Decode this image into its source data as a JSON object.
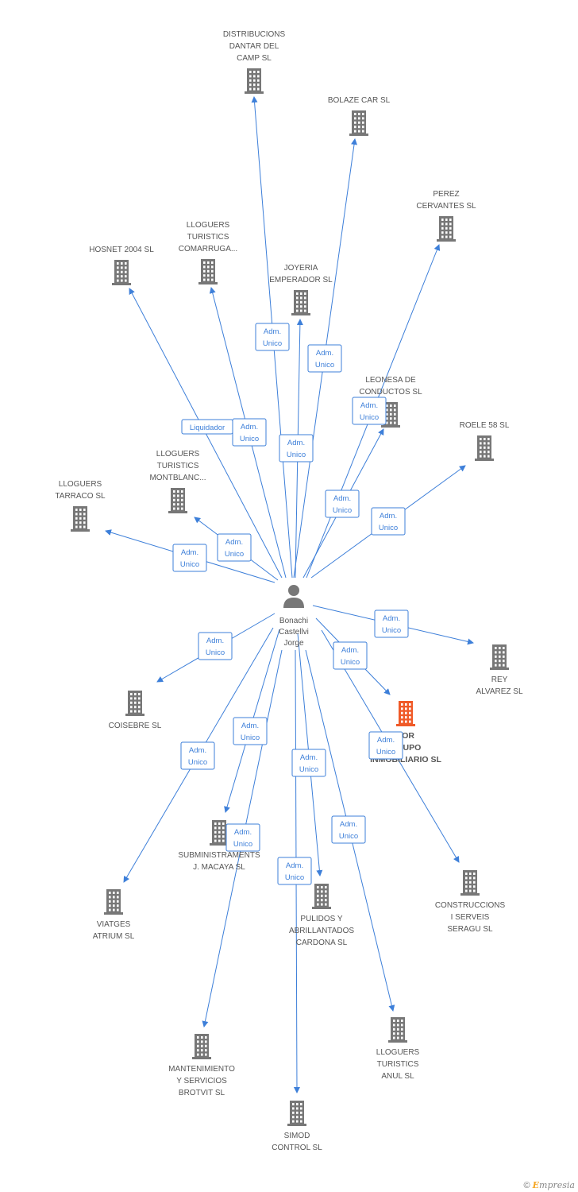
{
  "center": {
    "name_lines": [
      "Bonachi",
      "Castellvi",
      "Jorge"
    ]
  },
  "colors": {
    "edge": "#3d7fd9",
    "node": "#777777",
    "highlight": "#f05a28"
  },
  "nodes": [
    {
      "id": "distribucions",
      "lines": [
        "DISTRIBUCIONS",
        "DANTAR DEL",
        "CAMP SL"
      ]
    },
    {
      "id": "bolaze",
      "lines": [
        "BOLAZE CAR SL"
      ]
    },
    {
      "id": "perez",
      "lines": [
        "PEREZ",
        "CERVANTES SL"
      ]
    },
    {
      "id": "hosnet",
      "lines": [
        "HOSNET 2004 SL"
      ]
    },
    {
      "id": "comarruga",
      "lines": [
        "LLOGUERS",
        "TURISTICS",
        "COMARRUGA..."
      ]
    },
    {
      "id": "joyeria",
      "lines": [
        "JOYERIA",
        "EMPERADOR SL"
      ]
    },
    {
      "id": "leonesa",
      "lines": [
        "LEONESA DE",
        "CONDUCTOS SL"
      ]
    },
    {
      "id": "roele",
      "lines": [
        "ROELE 58 SL"
      ]
    },
    {
      "id": "montblanc",
      "lines": [
        "LLOGUERS",
        "TURISTICS",
        "MONTBLANC..."
      ]
    },
    {
      "id": "tarraco",
      "lines": [
        "LLOGUERS",
        "TARRACO SL"
      ]
    },
    {
      "id": "rey",
      "lines": [
        "REY",
        "ALVAREZ SL"
      ]
    },
    {
      "id": "coisebre",
      "lines": [
        "COISEBRE SL"
      ]
    },
    {
      "id": "tor",
      "lines": [
        "TOR",
        "GRUPO",
        "INMOBILIARIO SL"
      ],
      "highlight": true
    },
    {
      "id": "viatges",
      "lines": [
        "VIATGES",
        "ATRIUM SL"
      ]
    },
    {
      "id": "subministraments",
      "lines": [
        "SUBMINISTRAMENTS",
        "J. MACAYA SL"
      ]
    },
    {
      "id": "pulidos",
      "lines": [
        "PULIDOS Y",
        "ABRILLANTADOS",
        "CARDONA SL"
      ]
    },
    {
      "id": "construccions",
      "lines": [
        "CONSTRUCCIONS",
        "I SERVEIS",
        "SERAGU SL"
      ]
    },
    {
      "id": "mantenimiento",
      "lines": [
        "MANTENIMIENTO",
        "Y SERVICIOS",
        "BROTVIT SL"
      ]
    },
    {
      "id": "lloguers_anul",
      "lines": [
        "LLOGUERS",
        "TURISTICS",
        "ANUL SL"
      ]
    },
    {
      "id": "simod",
      "lines": [
        "SIMOD",
        "CONTROL SL"
      ]
    }
  ],
  "edges": [
    {
      "to": "distribucions",
      "label": [
        "Adm.",
        "Unico"
      ]
    },
    {
      "to": "bolaze",
      "label": [
        "Adm.",
        "Unico"
      ]
    },
    {
      "to": "perez",
      "label": [
        "Adm.",
        "Unico"
      ]
    },
    {
      "to": "hosnet",
      "label": [
        "Liquidador"
      ]
    },
    {
      "to": "comarruga",
      "label": [
        "Adm.",
        "Unico"
      ]
    },
    {
      "to": "joyeria",
      "label": [
        "Adm.",
        "Unico"
      ]
    },
    {
      "to": "leonesa",
      "label": [
        "Adm.",
        "Unico"
      ]
    },
    {
      "to": "roele",
      "label": [
        "Adm.",
        "Unico"
      ]
    },
    {
      "to": "montblanc",
      "label": [
        "Adm.",
        "Unico"
      ]
    },
    {
      "to": "tarraco",
      "label": [
        "Adm.",
        "Unico"
      ]
    },
    {
      "to": "rey",
      "label": [
        "Adm.",
        "Unico"
      ]
    },
    {
      "to": "coisebre",
      "label": [
        "Adm.",
        "Unico"
      ]
    },
    {
      "to": "tor",
      "label": [
        "Adm.",
        "Unico"
      ]
    },
    {
      "to": "viatges",
      "label": [
        "Adm.",
        "Unico"
      ]
    },
    {
      "to": "subministraments",
      "label": [
        "Adm.",
        "Unico"
      ]
    },
    {
      "to": "pulidos",
      "label": [
        "Adm.",
        "Unico"
      ]
    },
    {
      "to": "construccions",
      "label": [
        "Adm.",
        "Unico"
      ]
    },
    {
      "to": "mantenimiento",
      "label": [
        "Adm.",
        "Unico"
      ]
    },
    {
      "to": "lloguers_anul",
      "label": [
        "Adm.",
        "Unico"
      ]
    },
    {
      "to": "simod",
      "label": [
        "Adm.",
        "Unico"
      ]
    }
  ],
  "footer": {
    "copyright": "©",
    "brand_first": "E",
    "brand_rest": "mpresia"
  }
}
